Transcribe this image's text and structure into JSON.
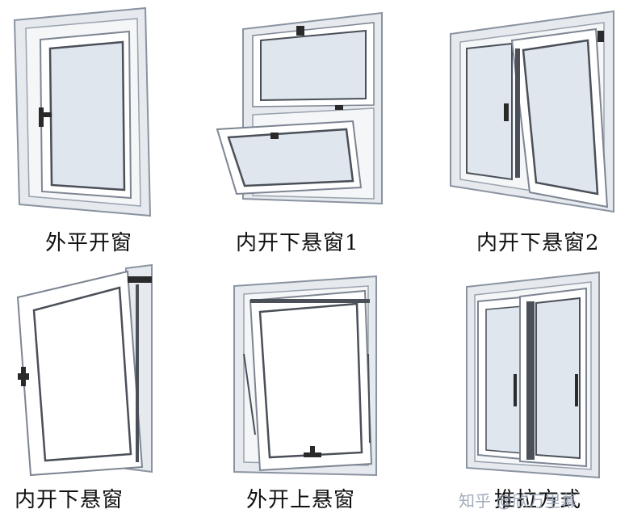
{
  "colors": {
    "frame": "#e6eaef",
    "frame_edge": "#8a93a1",
    "glass": "#dfe6ee",
    "glass_dark": "#4a4f58",
    "handle": "#2a2a2a"
  },
  "windows": [
    {
      "caption": "外平开窗",
      "icon": "casement-out-window-icon"
    },
    {
      "caption": "内开下悬窗1",
      "icon": "hopper-window-icon"
    },
    {
      "caption": "内开下悬窗2",
      "icon": "tilt-turn-window-icon"
    },
    {
      "caption": "内开下悬窗",
      "icon": "tilt-open-window-icon"
    },
    {
      "caption": "外开上悬窗",
      "icon": "awning-window-icon"
    },
    {
      "caption": "推拉方式",
      "icon": "sliding-window-icon"
    }
  ],
  "watermark": "知乎 @欣万里幕"
}
